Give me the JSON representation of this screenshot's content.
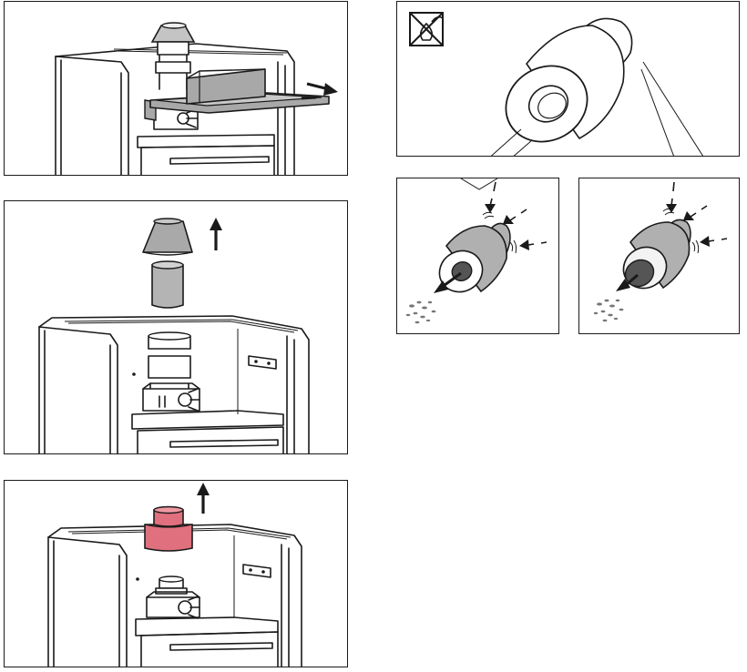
{
  "figure": {
    "steps": [
      {
        "id": "step-1",
        "action": "slide-out-tray",
        "arrow_direction": "right"
      },
      {
        "id": "step-2",
        "action": "lift-off-cone-cap-and-sleeve",
        "arrow_direction": "up"
      },
      {
        "id": "step-3",
        "action": "lift-out-filter-cartridge",
        "arrow_direction": "up"
      },
      {
        "id": "detail-filter",
        "action": "filter-cartridge-closeup"
      },
      {
        "id": "detail-airflow-clean",
        "action": "airflow-through-clean-filter"
      },
      {
        "id": "detail-airflow-clogged",
        "action": "airflow-through-clogged-filter"
      }
    ],
    "symbols": {
      "no_water": "no-water-wash-icon"
    },
    "colors": {
      "outline": "#1a1a1a",
      "cap_gray": "#a9a9a9",
      "sleeve_gray": "#b4b4b4",
      "tray_gray": "#a8a8a8",
      "filter_highlight": "#e0707e",
      "filter_body_gray": "#b0b0b0",
      "filter_dark": "#555555",
      "debris": "#777777"
    }
  }
}
